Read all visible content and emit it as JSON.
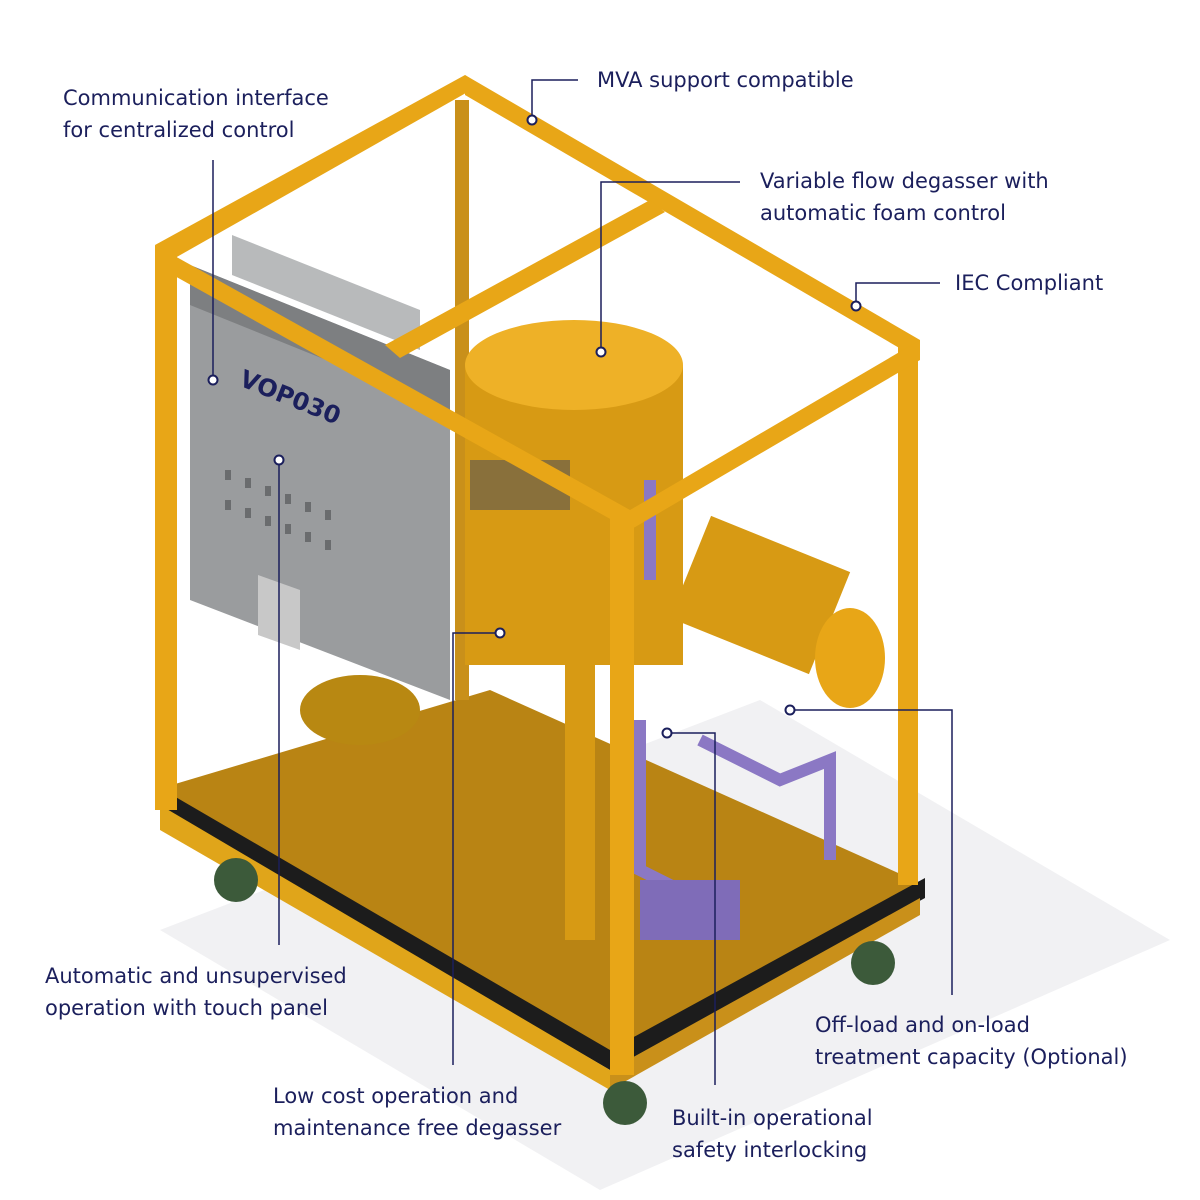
{
  "product": {
    "model": "VOP030"
  },
  "colors": {
    "text": "#1b1f5c",
    "frame": "#e8a617",
    "frame_dark": "#b07a10",
    "panel": "#9a9c9e",
    "pipes": "#8b78c4"
  },
  "callouts": [
    {
      "lines": [
        "Communication interface",
        "for centralized control"
      ]
    },
    {
      "lines": [
        "MVA support compatible"
      ]
    },
    {
      "lines": [
        "Variable flow degasser with",
        "automatic foam control"
      ]
    },
    {
      "lines": [
        "IEC Compliant"
      ]
    },
    {
      "lines": [
        "Automatic and unsupervised",
        "operation with touch panel"
      ]
    },
    {
      "lines": [
        "Low cost operation and",
        "maintenance free degasser"
      ]
    },
    {
      "lines": [
        "Built-in operational",
        "safety interlocking"
      ]
    },
    {
      "lines": [
        "Off-load and on-load",
        "treatment capacity (Optional)"
      ]
    }
  ]
}
